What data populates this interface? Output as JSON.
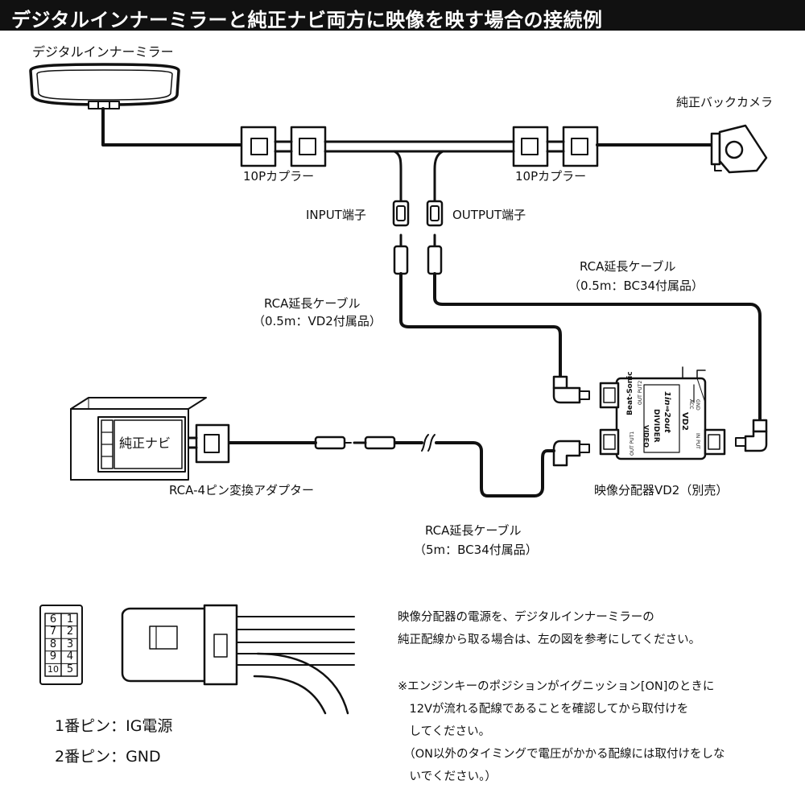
{
  "title": "デジタルインナーミラーと純正ナビ両方に映像を映す場合の接続例",
  "labels": {
    "mirror": "デジタルインナーミラー",
    "camera": "純正バックカメラ",
    "coupler_left": "10Pカプラー",
    "coupler_right": "10Pカプラー",
    "input_terminal": "INPUT端子",
    "output_terminal": "OUTPUT端子",
    "rca_bc34_line1": "RCA延長ケーブル",
    "rca_bc34_line2": "（0.5m：BC34付属品）",
    "rca_vd2_line1": "RCA延長ケーブル",
    "rca_vd2_line2": "（0.5m：VD2付属品）",
    "navi": "純正ナビ",
    "adapter": "RCA-4ピン変換アダプター",
    "divider": "映像分配器VD2（別売）",
    "rca_5m_line1": "RCA延長ケーブル",
    "rca_5m_line2": "（5m：BC34付属品）"
  },
  "device": {
    "brand": "Beat-Sonic",
    "name1": "VIDEO",
    "name2": "DIVIDER",
    "ratio": "1in⇒2out",
    "model": "VD2",
    "out1": "OUT PUT1",
    "out2": "OUT PUT2",
    "input": "IN PUT",
    "acc": "ACC",
    "gnd": "GND"
  },
  "pins": {
    "row1": [
      "1",
      "2",
      "3",
      "4",
      "5"
    ],
    "row2": [
      "6",
      "7",
      "8",
      "9",
      "10"
    ],
    "pin1": "1番ピン：IG電源",
    "pin2": "2番ピン：GND"
  },
  "notes": {
    "line1": "映像分配器の電源を、デジタルインナーミラーの",
    "line2": "純正配線から取る場合は、左の図を参考にしてください。",
    "line3": "※エンジンキーのポジションがイグニッション[ON]のときに",
    "line4": "　12Vが流れる配線であることを確認してから取付けを",
    "line5": "　してください。",
    "line6": "　（ON以外のタイミングで電圧がかかる配線には取付けをしな",
    "line7": "　いでください。）"
  }
}
